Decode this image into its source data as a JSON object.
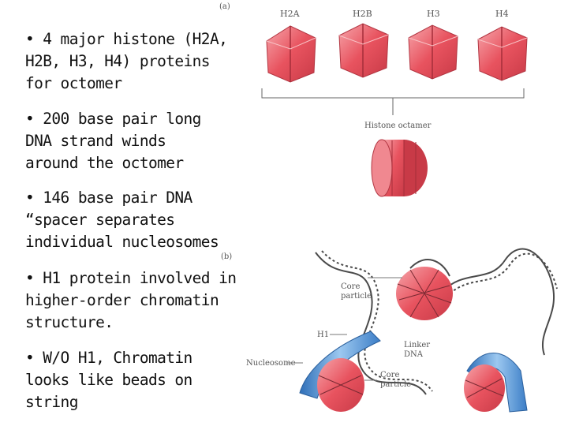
{
  "bullets": [
    {
      "text": "• 4 major histone (H2A,\nH2B, H3, H4) proteins\nfor octomer"
    },
    {
      "text": "• 200 base pair long\nDNA strand winds\naround the octomer"
    },
    {
      "text": "• 146 base pair DNA\n“spacer separates\nindividual nucleosomes"
    },
    {
      "text": "• H1 protein involved in\nhigher-order chromatin\nstructure."
    },
    {
      "text": "• W/O H1, Chromatin\nlooks like beads on\nstring"
    }
  ],
  "figure_a": {
    "panel_label": "(a)",
    "histones": [
      {
        "label": "H2A"
      },
      {
        "label": "H2B"
      },
      {
        "label": "H3"
      },
      {
        "label": "H4"
      }
    ],
    "octamer_label": "Histone octamer"
  },
  "figure_b": {
    "panel_label": "(b)",
    "core_particle_top": "Core\nparticle",
    "h1_label": "H1",
    "linker_label": "Linker\nDNA",
    "nucleosome_label": "Nucleosome",
    "core_particle_bottom": "Core\nparticle"
  },
  "colors": {
    "histone": "#e8535f",
    "histone_light": "#f4a3a8",
    "h1_blue": "#4a8fd6",
    "dna": "#4a4a4a"
  }
}
